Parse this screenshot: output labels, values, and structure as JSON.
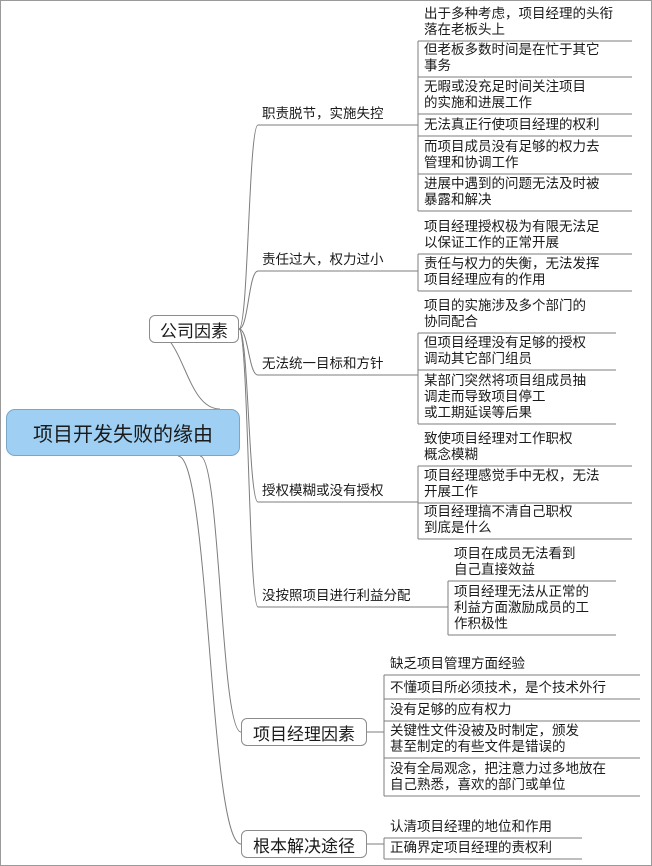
{
  "root": "项目开发失败的缘由",
  "groups": [
    {
      "label": "公司因素",
      "subs": [
        {
          "label": "职责脱节，实施失控",
          "leaves": [
            [
              "出于多种考虑，项目经理的头衔",
              "落在老板头上"
            ],
            [
              "但老板多数时间是在忙于其它",
              "事务"
            ],
            [
              "无暇或没充足时间关注项目",
              "的实施和进展工作"
            ],
            [
              "无法真正行使项目经理的权利"
            ],
            [
              "而项目成员没有足够的权力去",
              "管理和协调工作"
            ],
            [
              "进展中遇到的问题无法及时被",
              "暴露和解决"
            ]
          ]
        },
        {
          "label": "责任过大，权力过小",
          "leaves": [
            [
              "项目经理授权极为有限无法足",
              "以保证工作的正常开展"
            ],
            [
              "责任与权力的失衡，无法发挥",
              "项目经理应有的作用"
            ]
          ]
        },
        {
          "label": "无法统一目标和方针",
          "leaves": [
            [
              "项目的实施涉及多个部门的",
              "协同配合"
            ],
            [
              "但项目经理没有足够的授权",
              "调动其它部门组员"
            ],
            [
              "某部门突然将项目组成员抽",
              "调走而导致项目停工",
              "或工期延误等后果"
            ]
          ]
        },
        {
          "label": "授权模糊或没有授权",
          "leaves": [
            [
              "致使项目经理对工作职权",
              "概念模糊"
            ],
            [
              "项目经理感觉手中无权，无法",
              "开展工作"
            ],
            [
              "项目经理搞不清自己职权",
              "到底是什么"
            ]
          ]
        },
        {
          "label": "没按照项目进行利益分配",
          "leaves": [
            [
              "项目在成员无法看到",
              "自己直接效益"
            ],
            [
              "项目经理无法从正常的",
              "利益方面激励成员的工",
              "作积极性"
            ]
          ]
        }
      ]
    },
    {
      "label": "项目经理因素",
      "leaves": [
        [
          "缺乏项目管理方面经验"
        ],
        [
          "不懂项目所必须技术，是个技术外行"
        ],
        [
          "没有足够的应有权力"
        ],
        [
          "关键性文件没被及时制定，颁发",
          "甚至制定的有些文件是错误的"
        ],
        [
          "没有全局观念，把注意力过多地放在",
          "自己熟悉，喜欢的部门或单位"
        ]
      ]
    },
    {
      "label": "根本解决途径",
      "leaves": [
        [
          "认清项目经理的地位和作用"
        ],
        [
          "正确界定项目经理的责权利"
        ]
      ]
    }
  ]
}
